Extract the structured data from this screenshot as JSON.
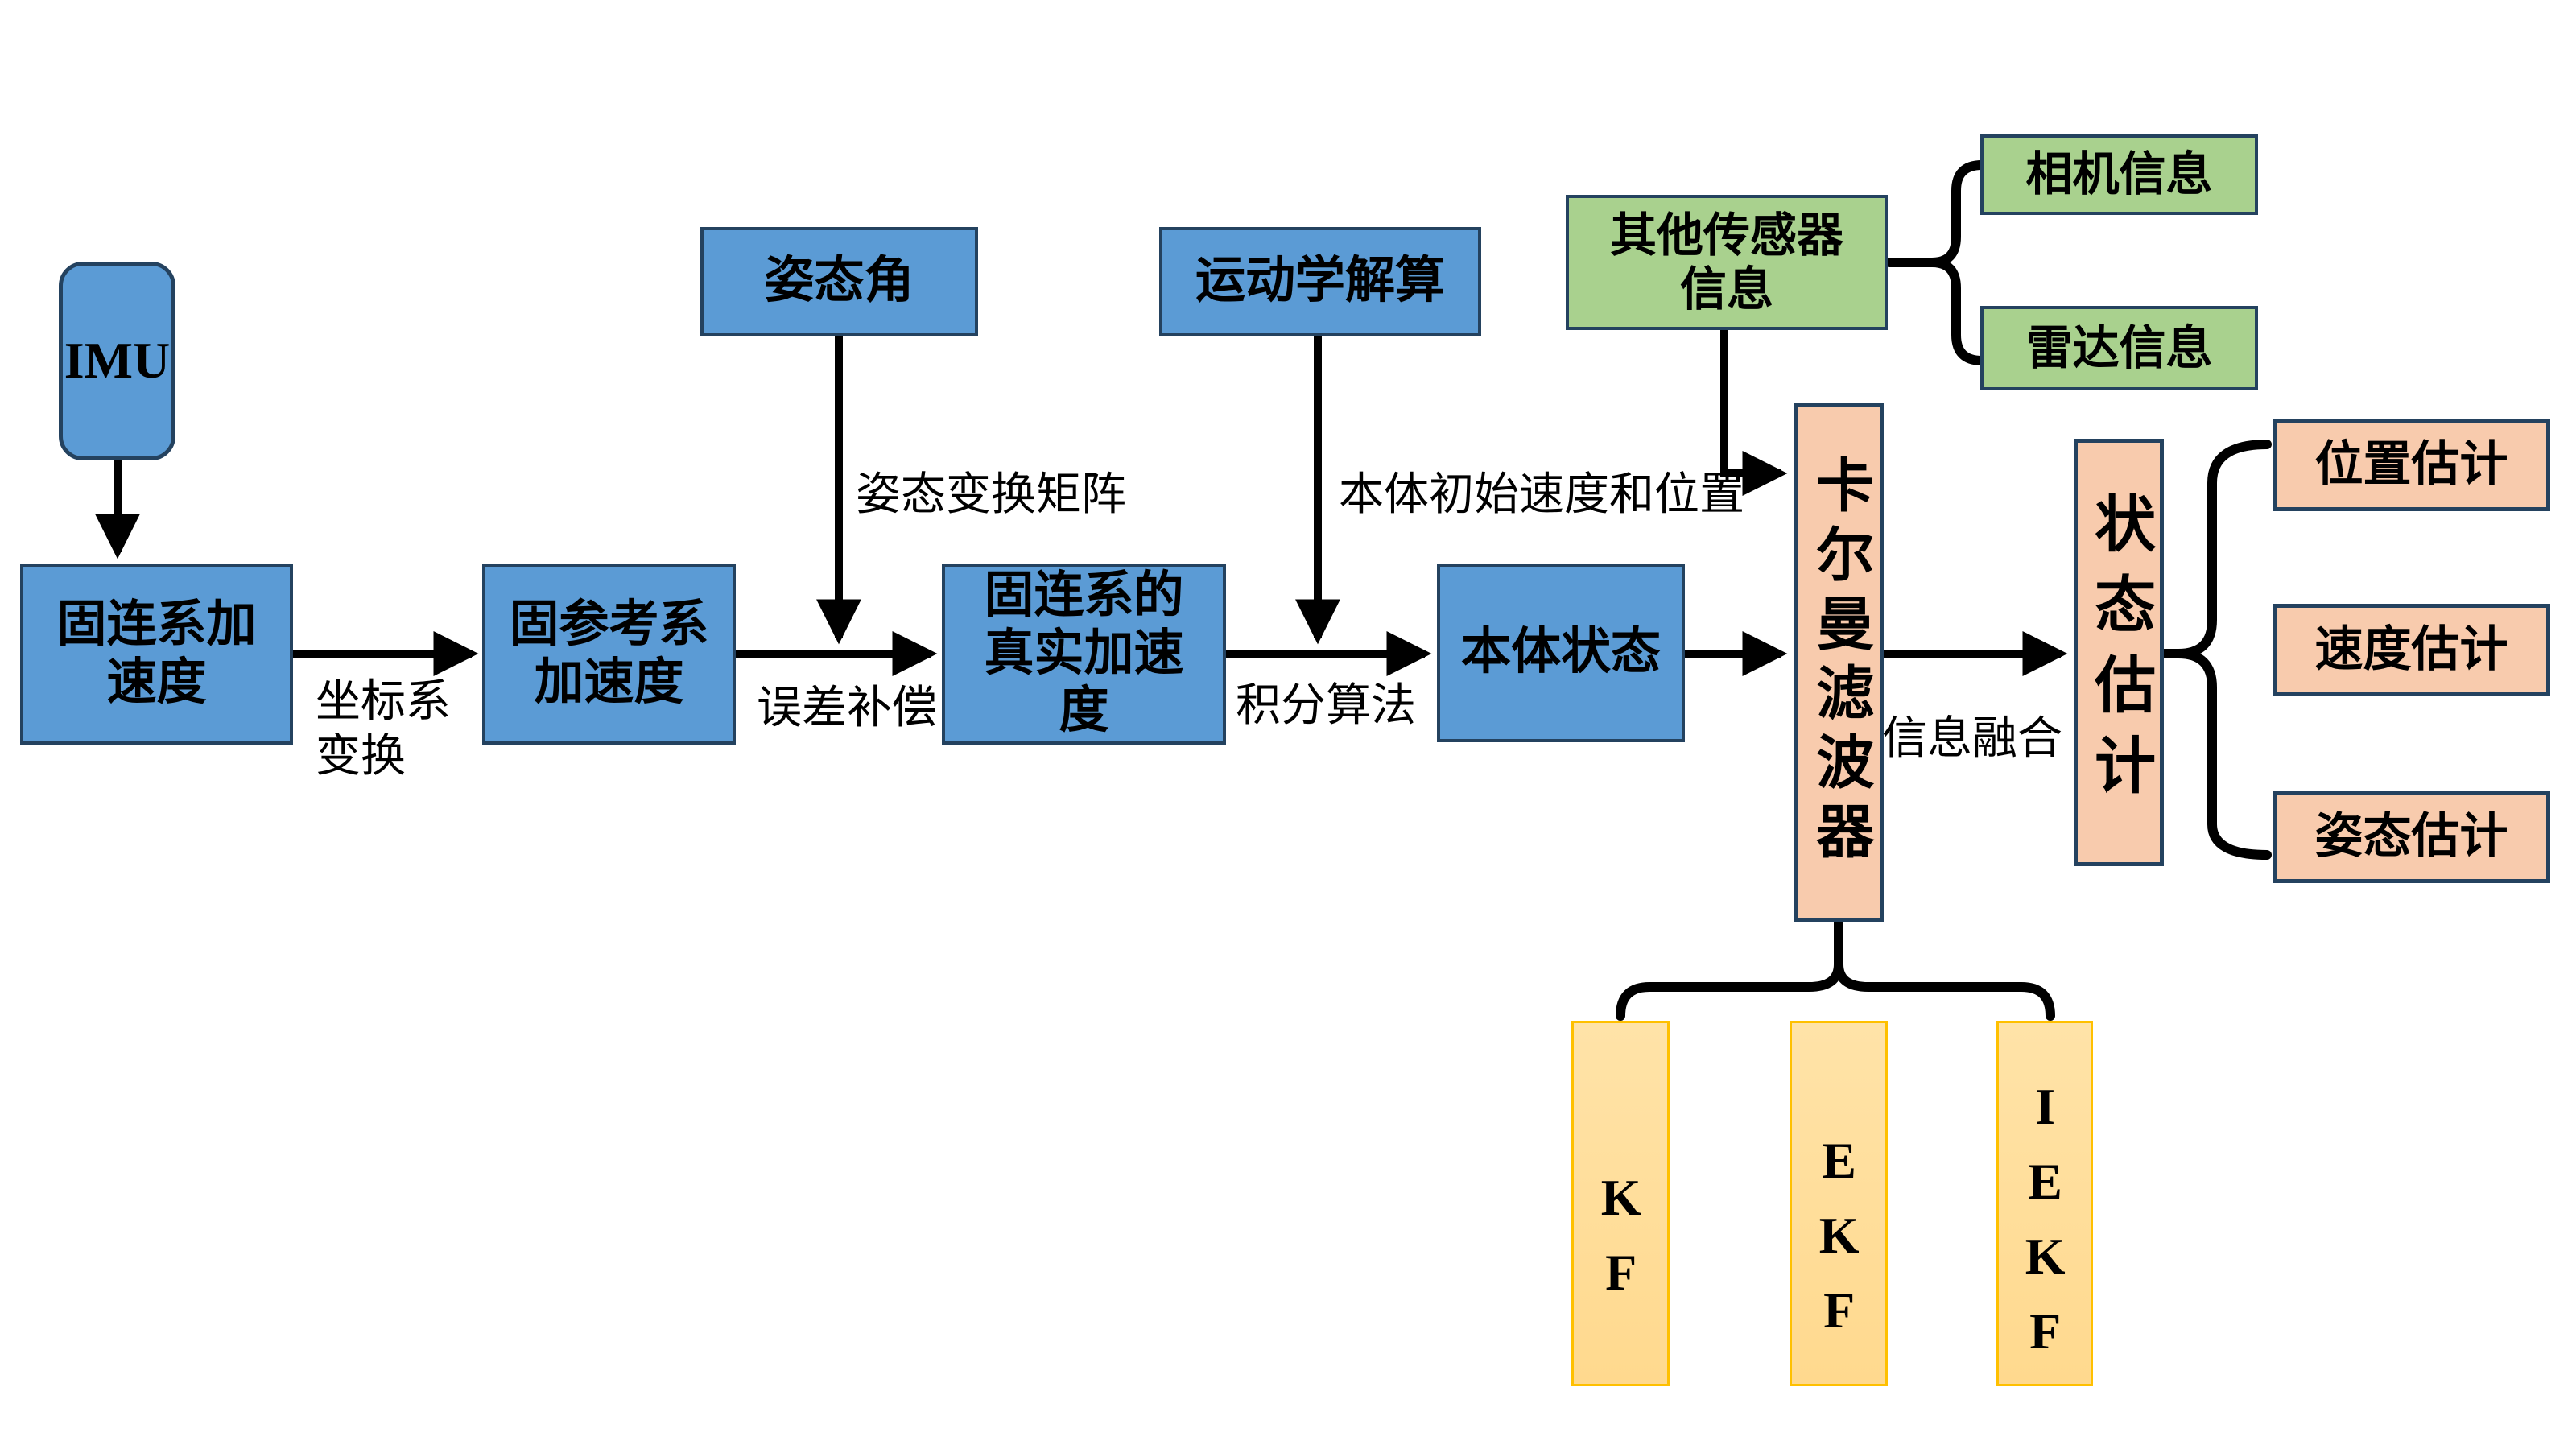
{
  "diagram": {
    "title": "IMU state-estimation flowchart",
    "nodes": {
      "imu": {
        "label": "IMU"
      },
      "fixed_frame_accel": {
        "label": "固连系加\n速度"
      },
      "ref_frame_accel": {
        "label": "固参考系\n加速度"
      },
      "attitude_angle": {
        "label": "姿态角"
      },
      "true_accel": {
        "label": "固连系的\n真实加速\n度"
      },
      "kinematics": {
        "label": "运动学解算"
      },
      "body_state": {
        "label": "本体状态"
      },
      "other_sensors": {
        "label": "其他传感器\n信息"
      },
      "camera_info": {
        "label": "相机信息"
      },
      "radar_info": {
        "label": "雷达信息"
      },
      "kalman_filter": {
        "label": "卡尔曼滤波器"
      },
      "state_estimate": {
        "label": "状态估计"
      },
      "position_estimate": {
        "label": "位置估计"
      },
      "velocity_estimate": {
        "label": "速度估计"
      },
      "attitude_estimate": {
        "label": "姿态估计"
      },
      "kf": {
        "label": "KF"
      },
      "ekf": {
        "label": "EKF"
      },
      "iekf": {
        "label": "IEKF"
      }
    },
    "edge_labels": {
      "coord_transform": "坐标系\n变换",
      "attitude_matrix": "姿态变换矩阵",
      "error_compensation": "误差补偿",
      "integration": "积分算法",
      "initial_velocity_position": "本体初始速度和位置",
      "info_fusion": "信息融合"
    },
    "colors": {
      "blue_fill": "#5B9BD5",
      "green_fill": "#A9D18E",
      "peach_fill": "#F8CBAD",
      "yellow_fill": "#FFDC96",
      "yellow_border": "#FFC000",
      "dark_border": "#24425F",
      "line": "#000000"
    }
  }
}
